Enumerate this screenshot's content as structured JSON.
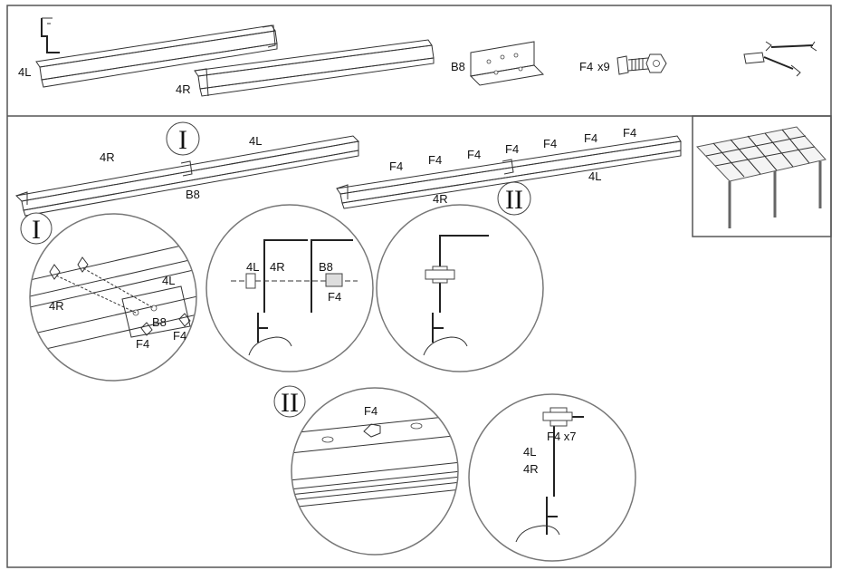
{
  "parts": {
    "rail_left": "4L",
    "rail_right": "4R",
    "bracket": "B8",
    "fastener": "F4",
    "fastener_qty": "x9"
  },
  "step_overview": {
    "marker_1": "I",
    "marker_2": "II",
    "left_rail_labels": [
      "4R",
      "4L",
      "B8"
    ],
    "right_rail_fasteners": [
      "F4",
      "F4",
      "F4",
      "F4",
      "F4",
      "F4",
      "F4"
    ],
    "right_rail_labels": [
      "4R",
      "4L"
    ]
  },
  "detail_1": {
    "marker": "I",
    "zoom_labels": [
      "4L",
      "4R",
      "B8",
      "F4",
      "F4"
    ],
    "section_labels": [
      "4L",
      "4R",
      "B8",
      "F4"
    ]
  },
  "detail_2": {
    "marker": "II",
    "zoom_label": "F4",
    "section_label_fastener": "F4 x7",
    "section_label_left": "4L",
    "section_label_right": "4R"
  },
  "colors": {
    "line": "#333333",
    "border": "#555555",
    "background": "#ffffff"
  }
}
